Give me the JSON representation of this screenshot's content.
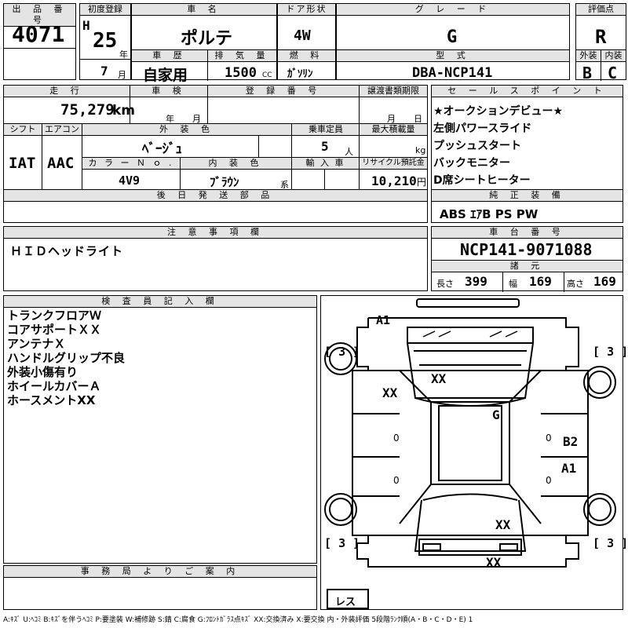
{
  "top": {
    "lot_label": "出 品 番 号",
    "lot_no": "4071",
    "first_reg_label": "初度登録",
    "era": "H",
    "year": "25",
    "year_unit": "年",
    "month": "7",
    "month_unit": "月",
    "name_label": "車 名",
    "car_name": "ポルテ",
    "door_label": "ドア形状",
    "door": "4W",
    "grade_label": "グ レ ー ド",
    "grade": "G",
    "score_label": "評価点",
    "score": "R",
    "history_label": "車 歴",
    "history": "自家用",
    "displacement_label": "排 気 量",
    "displacement": "1500",
    "cc": "CC",
    "fuel_label": "燃 料",
    "fuel": "ｶﾞｿﾘﾝ",
    "model_label": "型 式",
    "model": "DBA-NCP141",
    "ext_label": "外装",
    "ext": "B",
    "int_label": "内装",
    "int": "C"
  },
  "mid": {
    "mileage_label": "走 行",
    "mileage": "75,279",
    "km": "km",
    "inspection_label": "車 検",
    "insp_year": "年",
    "insp_month": "月",
    "reg_label": "登 録 番 号",
    "transfer_label": "譲渡書類期限",
    "transfer_month": "月",
    "transfer_day": "日",
    "shift_label": "シフト",
    "shift": "IAT",
    "ac_label": "エアコン",
    "ac": "AAC",
    "color_label": "外 装 色",
    "color": "ﾍﾞｰｼﾞｭ",
    "capacity_label": "乗車定員",
    "capacity": "5",
    "person": "人",
    "load_label": "最大積載量",
    "kg": "kg",
    "color_no_label": "カ ラ ー Ｎ ｏ .",
    "color_no": "4V9",
    "int_color_label": "内 装 色",
    "int_color": "ﾌﾞﾗｳﾝ",
    "kei": "系",
    "import_label": "輸 入 車",
    "recycle_label": "リサイクル預託金",
    "recycle": "10,210",
    "yen": "円",
    "later_label": "後 日 発 送 部 品"
  },
  "sales": {
    "label": "セ ー ル ス ポ イ ン ト",
    "items": [
      "★オークションデビュー★",
      "左側パワースライド",
      "プッシュスタート",
      "バックモニター",
      "D席シートヒーター"
    ],
    "equip_label": "純 正 装 備",
    "equip": "ABS ｴｱB PS PW"
  },
  "notes": {
    "label": "注 意 事 項 欄",
    "text": "ＨＩＤヘッドライト"
  },
  "chassis": {
    "label": "車 台 番 号",
    "value": "NCP141-9071088",
    "spec_label": "諸 元",
    "len_label": "長さ",
    "len": "399",
    "wid_label": "幅",
    "wid": "169",
    "hgt_label": "高さ",
    "hgt": "169"
  },
  "inspector": {
    "label": "検 査 員 記 入 欄",
    "lines": [
      "トランクフロアＷ",
      "コアサポートＸＸ",
      "アンテナＸ",
      "ハンドルグリップ不良",
      "外装小傷有り",
      "ホイールカバーＡ",
      "ホースメントXX"
    ]
  },
  "office": {
    "label": "事 務 局 よ り ご 案 内"
  },
  "diagram": {
    "marks": {
      "a1_top": "A1",
      "xx_left": "XX",
      "xx_hood": "XX",
      "g": "G",
      "b2": "B2",
      "a1_right": "A1",
      "xx_roof": "XX",
      "xx_rear": "XX",
      "zero": "0"
    },
    "tire": "3",
    "bracket_open": "[",
    "bracket_close": "]",
    "spare": "レス"
  },
  "legend": "A:ｷｽﾞ U:ﾍｺﾐ B:ｷｽﾞを伴うﾍｺﾐ P:要塗装 W:補修跡 S:錆 C:腐食 G:ﾌﾛﾝﾄｶﾞﾗｽ点ｷｽﾞ XX:交換済み X:要交換 内・外装評価 5段階ﾗﾝｸ順(A・B・C・D・E) 1"
}
